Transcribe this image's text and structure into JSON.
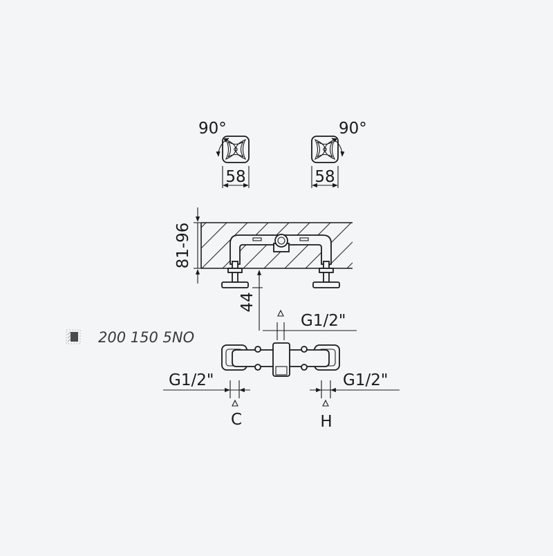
{
  "handles": {
    "left": {
      "rotation": "90°",
      "width": "58"
    },
    "right": {
      "rotation": "90°",
      "width": "58"
    }
  },
  "side_view": {
    "wall_depth": "81-96",
    "projection": "44"
  },
  "bottom_view": {
    "outlet": "G1/2\"",
    "cold_inlet": "G1/2\"",
    "hot_inlet": "G1/2\"",
    "cold_label": "C",
    "hot_label": "H"
  },
  "article": {
    "code": "200 150 5NO"
  }
}
